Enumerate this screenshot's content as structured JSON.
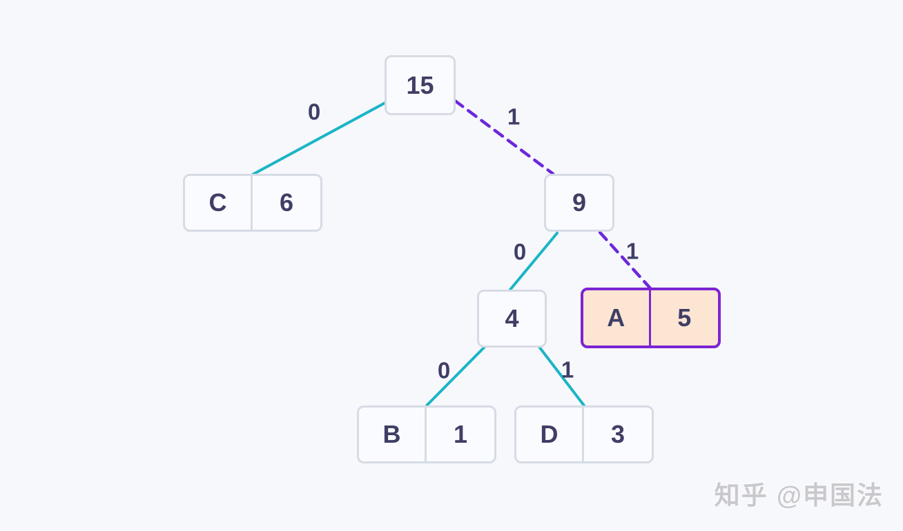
{
  "diagram": {
    "type": "huffman-coding-tree",
    "nodes": {
      "root": {
        "label": "15"
      },
      "internal9": {
        "label": "9"
      },
      "internal4": {
        "label": "4"
      },
      "leafC": {
        "symbol": "C",
        "weight": "6"
      },
      "leafA": {
        "symbol": "A",
        "weight": "5"
      },
      "leafB": {
        "symbol": "B",
        "weight": "1"
      },
      "leafD": {
        "symbol": "D",
        "weight": "3"
      }
    },
    "edges": {
      "root_to_leafC": {
        "label": "0",
        "style": "solid-teal"
      },
      "root_to_internal9": {
        "label": "1",
        "style": "dashed-purple"
      },
      "internal9_to_internal4": {
        "label": "0",
        "style": "solid-teal"
      },
      "internal9_to_leafA": {
        "label": "1",
        "style": "dashed-purple"
      },
      "internal4_to_leafB": {
        "label": "0",
        "style": "solid-teal"
      },
      "internal4_to_leafD": {
        "label": "1",
        "style": "solid-teal"
      }
    },
    "highlighted_node": "leafA",
    "colors": {
      "background": "#f7f8fc",
      "node_border": "#d6dbe4",
      "node_fill": "#fafbfe",
      "text": "#3e3e66",
      "edge_solid": "#1ab5c6",
      "edge_dashed": "#6d28d9",
      "highlight_fill": "#fce5d3",
      "highlight_border": "#7b24d2"
    }
  },
  "watermark": {
    "text": "知乎 @申国法"
  }
}
